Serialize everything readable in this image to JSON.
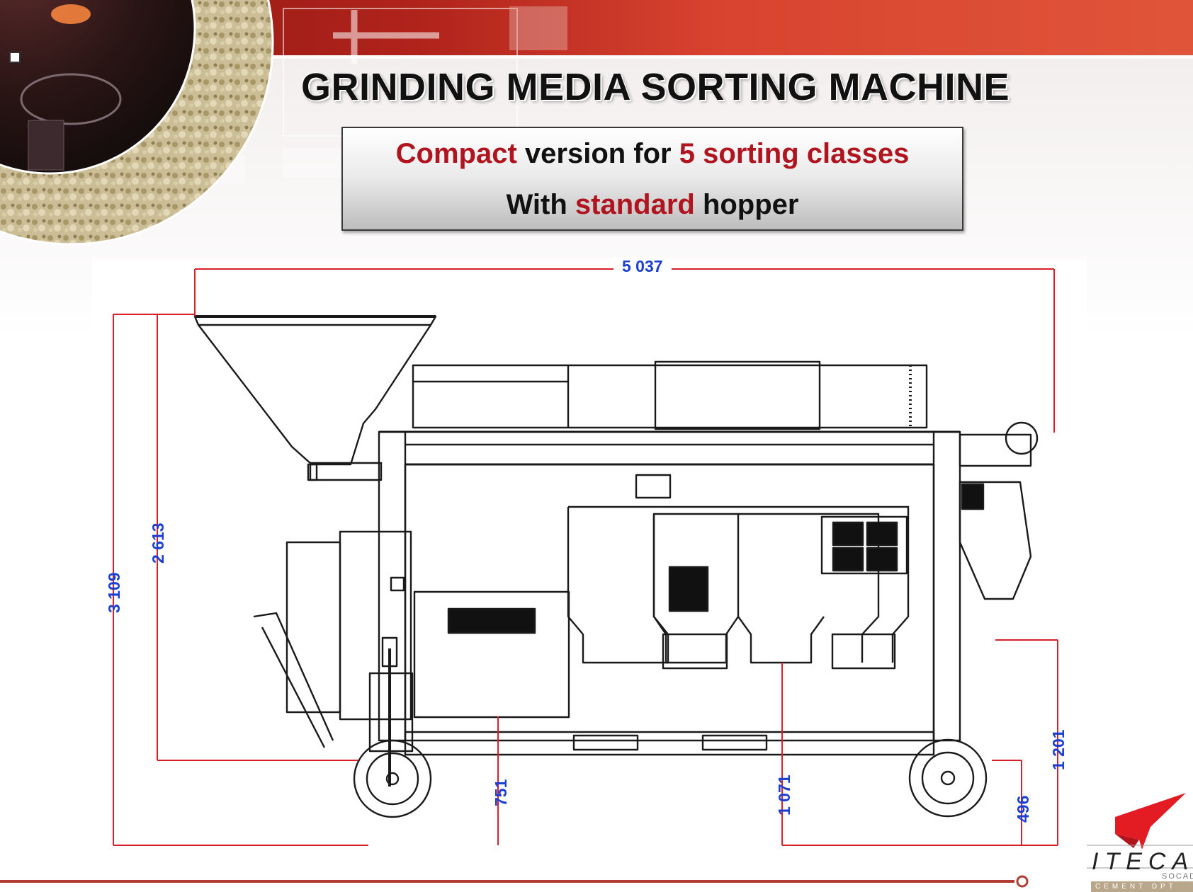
{
  "title": "GRINDING MEDIA SORTING MACHINE",
  "subtitle": {
    "line1": {
      "highlight1": "Compact",
      "text1": " version for ",
      "highlight2": "5 sorting classes"
    },
    "line2": {
      "text1": "With ",
      "highlight": "standard",
      "text2": " hopper"
    }
  },
  "dimensions": {
    "overall_length": "5 037",
    "overall_height": "3 109",
    "frame_height": "2 613",
    "dim_751": "751",
    "dim_1071": "1 071",
    "dim_496": "496",
    "dim_1201": "1 201"
  },
  "logo": {
    "brand": "ITECA",
    "sub": "SOCADEI",
    "band": "CEMENT DPT"
  },
  "colors": {
    "accent_red": "#b0141e",
    "dimension_blue": "#1a3fd1",
    "dimension_line": "#d9202a",
    "banner_red": "#c8281e"
  }
}
